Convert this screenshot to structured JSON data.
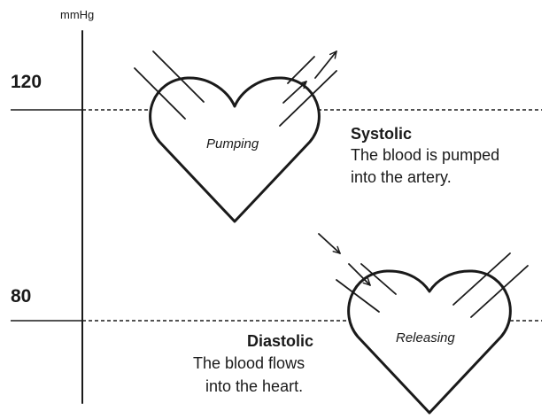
{
  "axis": {
    "unit": "mmHg",
    "ticks": [
      "120",
      "80"
    ]
  },
  "hearts": [
    {
      "state": "Pumping"
    },
    {
      "state": "Releasing"
    }
  ],
  "systolic": {
    "title": "Systolic",
    "lines": [
      "The blood is pumped",
      "into the artery."
    ]
  },
  "diastolic": {
    "title": "Diastolic",
    "lines": [
      "The blood flows",
      "into the heart."
    ]
  },
  "colors": {
    "ink": "#1a1a1a",
    "background": "#ffffff"
  }
}
